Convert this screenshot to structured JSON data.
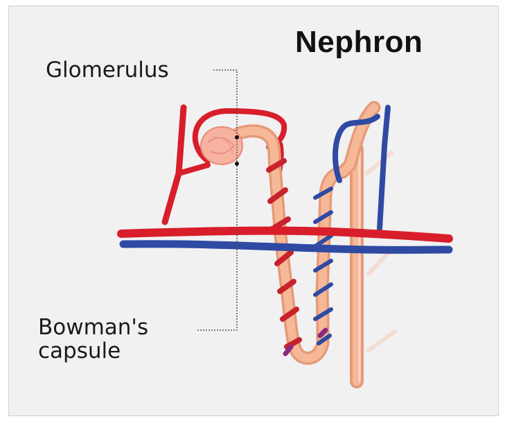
{
  "title": "Nephron",
  "labels": {
    "glomerulus": "Glomerulus",
    "bowman_line1": "Bowman's",
    "bowman_line2": "capsule"
  },
  "colors": {
    "background": "#f1f1f2",
    "artery": "#d81e2a",
    "vein": "#2e4aa3",
    "tubule": "#f2a37e",
    "tubule_light": "#f9cbb3",
    "glomerulus": "#f7b3a0",
    "leader_line": "#555555"
  }
}
